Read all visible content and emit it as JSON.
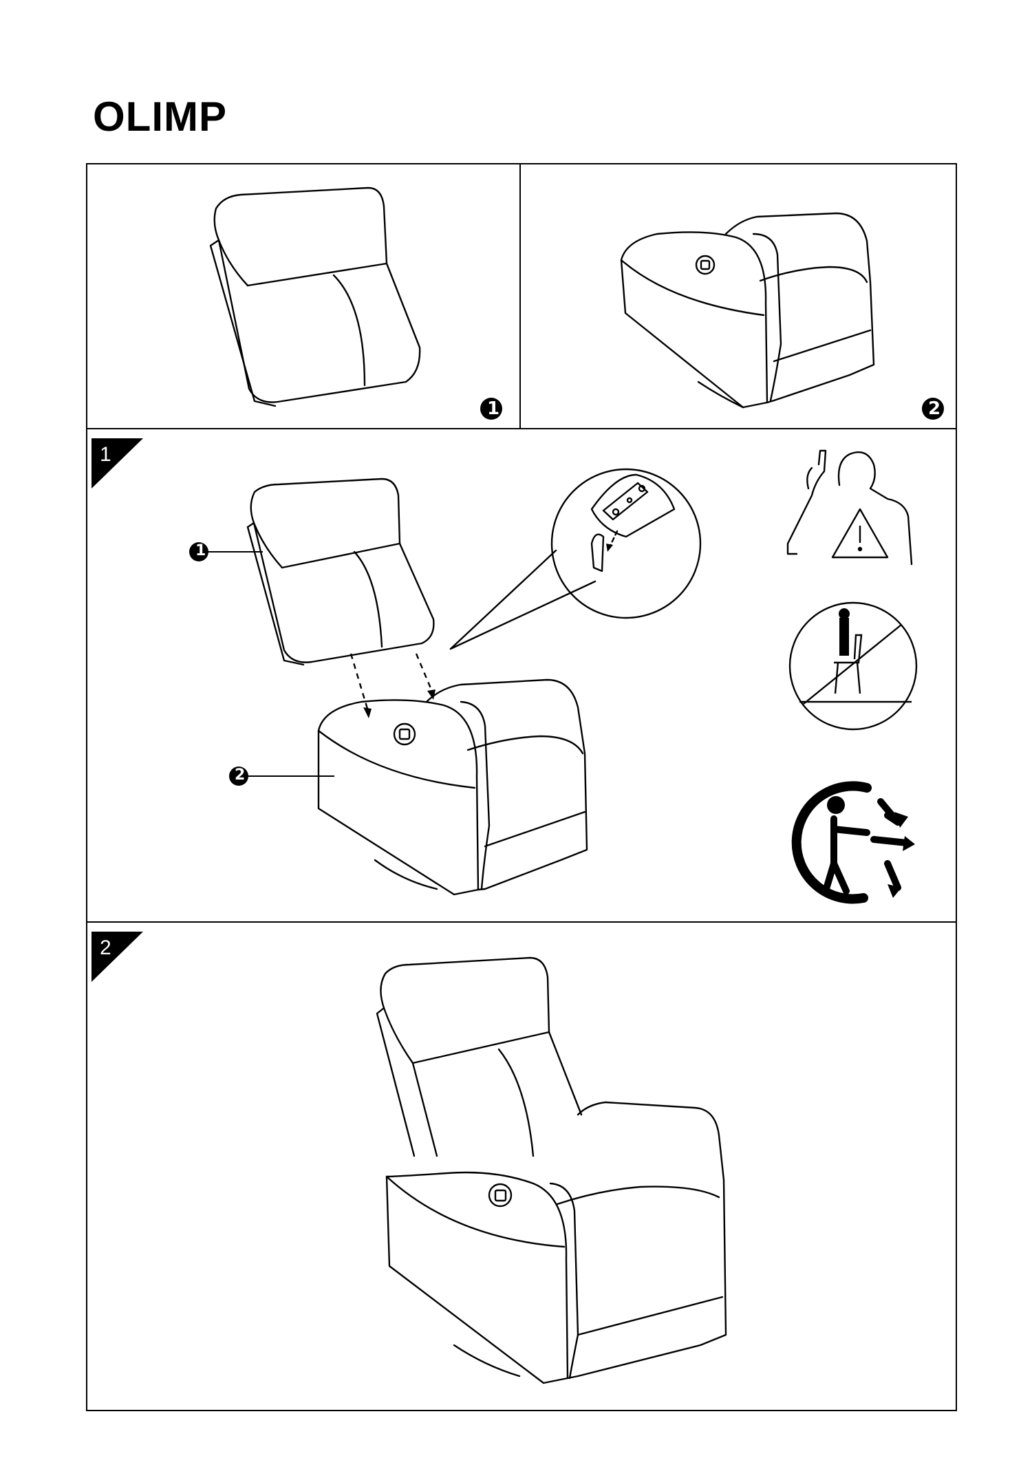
{
  "document": {
    "title": "OLIMP"
  },
  "parts": [
    {
      "number": "1",
      "name": "backrest"
    },
    {
      "number": "2",
      "name": "seat-base"
    }
  ],
  "steps": [
    {
      "number": "1"
    },
    {
      "number": "2"
    }
  ],
  "callouts": [
    {
      "number": "1",
      "target": "backrest"
    },
    {
      "number": "2",
      "target": "seat-base"
    }
  ],
  "icons": [
    "two-person-assembly-icon",
    "no-standing-on-chair-icon",
    "keep-away-from-children-icon"
  ]
}
